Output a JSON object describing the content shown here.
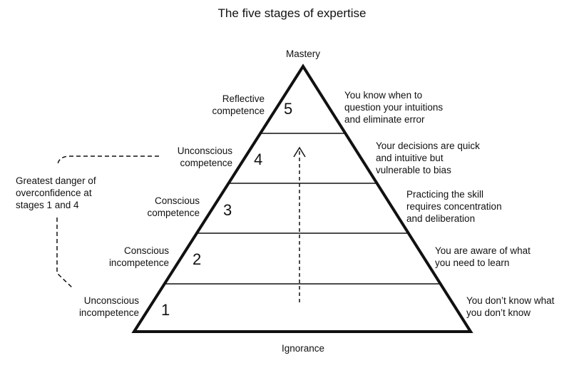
{
  "title": "The five stages of expertise",
  "top_label": "Mastery",
  "bottom_label": "Ignorance",
  "stages": [
    {
      "number": "1",
      "name": "Unconscious\nincompetence",
      "description": "You don’t know what\nyou don’t know"
    },
    {
      "number": "2",
      "name": "Conscious\nincompetence",
      "description": "You are aware of what\nyou need to learn"
    },
    {
      "number": "3",
      "name": "Conscious\ncompetence",
      "description": "Practicing the skill\nrequires concentration\nand deliberation"
    },
    {
      "number": "4",
      "name": "Unconscious\ncompetence",
      "description": "Your decisions are quick\nand intuitive but\nvulnerable to bias"
    },
    {
      "number": "5",
      "name": "Reflective\ncompetence",
      "description": "You know when to\nquestion your intuitions\nand eliminate error"
    }
  ],
  "danger_note": "Greatest danger of\noverconfidence at\nstages 1 and 4"
}
